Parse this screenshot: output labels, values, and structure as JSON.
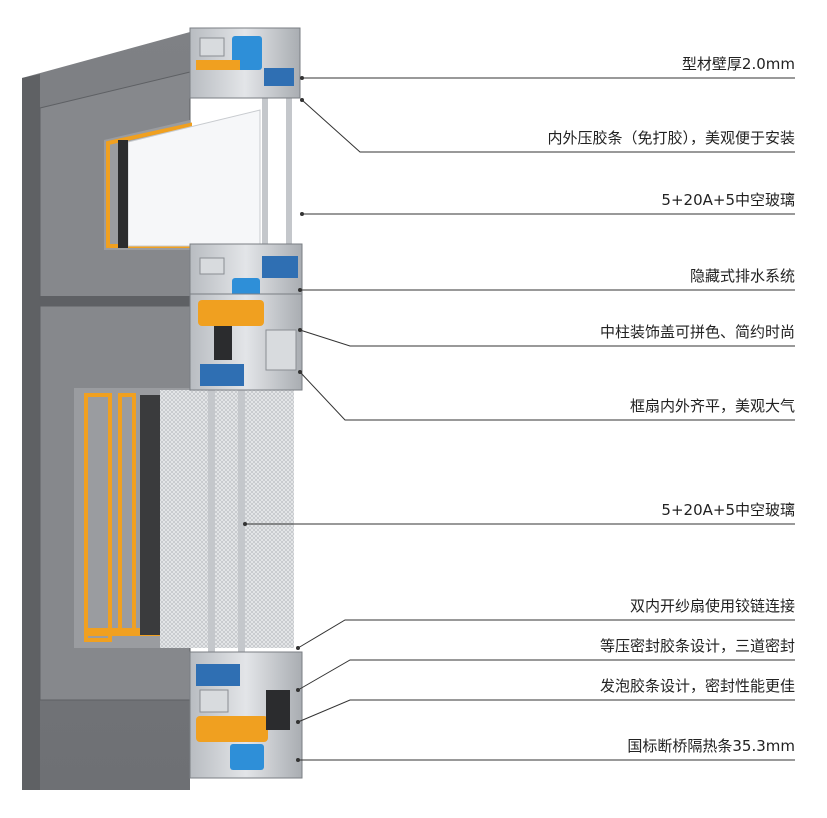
{
  "callouts": [
    {
      "text": "型材壁厚2.0mm"
    },
    {
      "text": "内外压胶条（免打胶），美观便于安装"
    },
    {
      "text": "5+20A+5中空玻璃"
    },
    {
      "text": "隐藏式排水系统"
    },
    {
      "text": "中柱装饰盖可拼色、简约时尚"
    },
    {
      "text": "框扇内外齐平，美观大气"
    },
    {
      "text": "5+20A+5中空玻璃"
    },
    {
      "text": "双内开纱扇使用铰链连接"
    },
    {
      "text": "等压密封胶条设计，三道密封"
    },
    {
      "text": "发泡胶条设计，密封性能更佳"
    },
    {
      "text": "国标断桥隔热条35.3mm"
    }
  ],
  "colors": {
    "frame_face": "#7d7f82",
    "frame_dark": "#5f6164",
    "aluminum": "#c9ccd0",
    "aluminum_dark": "#9ea2a7",
    "gasket_orange": "#f0a020",
    "thermal_blue": "#2e8fd8",
    "glass": "#f4f6f8",
    "mesh": "#cfd2d6",
    "line": "#333333"
  }
}
